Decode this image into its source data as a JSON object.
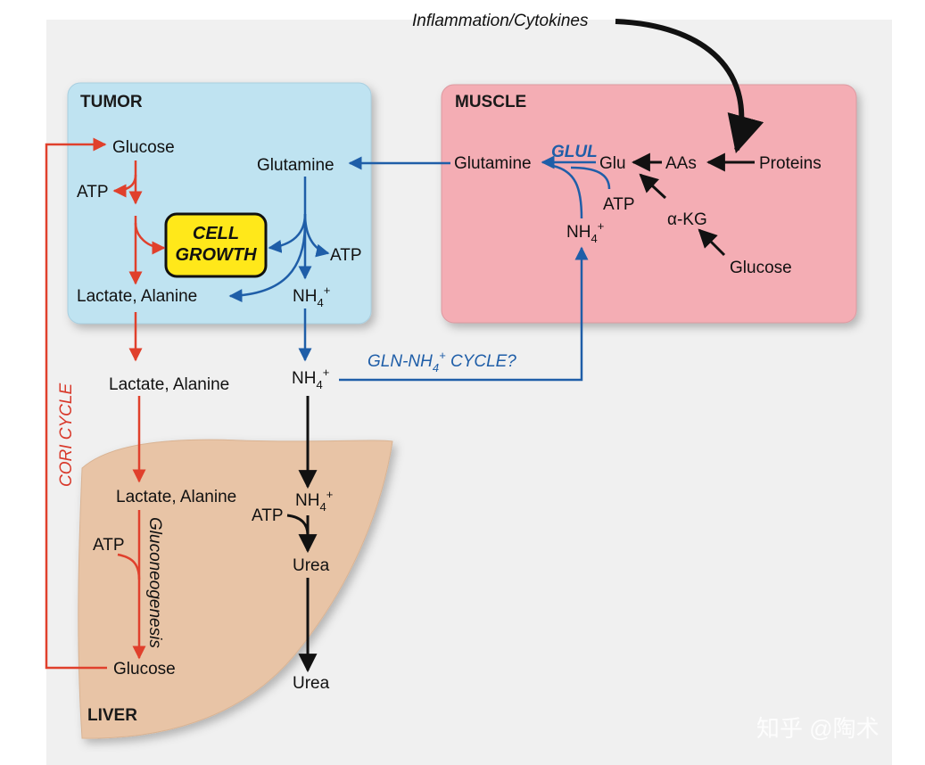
{
  "top_label": "Inflammation/Cytokines",
  "tumor": {
    "title": "TUMOR",
    "glucose": "Glucose",
    "atp": "ATP",
    "cell_growth_line1": "CELL",
    "cell_growth_line2": "GROWTH",
    "lactate_alanine": "Lactate, Alanine",
    "glutamine": "Glutamine",
    "atp2": "ATP",
    "nh4": "NH"
  },
  "muscle": {
    "title": "MUSCLE",
    "glutamine": "Glutamine",
    "glul": "GLUL",
    "glu": "Glu",
    "aas": "AAs",
    "proteins": "Proteins",
    "atp": "ATP",
    "akg": "α-KG",
    "nh4": "NH",
    "glucose": "Glucose"
  },
  "blood": {
    "lactate_alanine": "Lactate, Alanine",
    "nh4": "NH",
    "gln_cycle_prefix": "GLN-NH",
    "gln_cycle_suffix": " CYCLE?",
    "cori_cycle": "CORI CYCLE"
  },
  "liver": {
    "title": "LIVER",
    "lactate_alanine": "Lactate, Alanine",
    "atp": "ATP",
    "gluconeogenesis": "Gluconeogenesis",
    "glucose": "Glucose",
    "nh4": "NH",
    "atp2": "ATP",
    "urea": "Urea",
    "urea2": "Urea"
  },
  "subscript_4": "4",
  "superscript_plus": "+",
  "watermark": "知乎 @陶术",
  "colors": {
    "tumor_fill": "#bfe3f1",
    "muscle_fill": "#f4adb4",
    "liver_fill": "#e8c4a6",
    "background_panel": "#f0f0f0",
    "red_arrow": "#e0402c",
    "blue_arrow": "#1f5ea8",
    "cell_growth_fill": "#ffe81a"
  }
}
